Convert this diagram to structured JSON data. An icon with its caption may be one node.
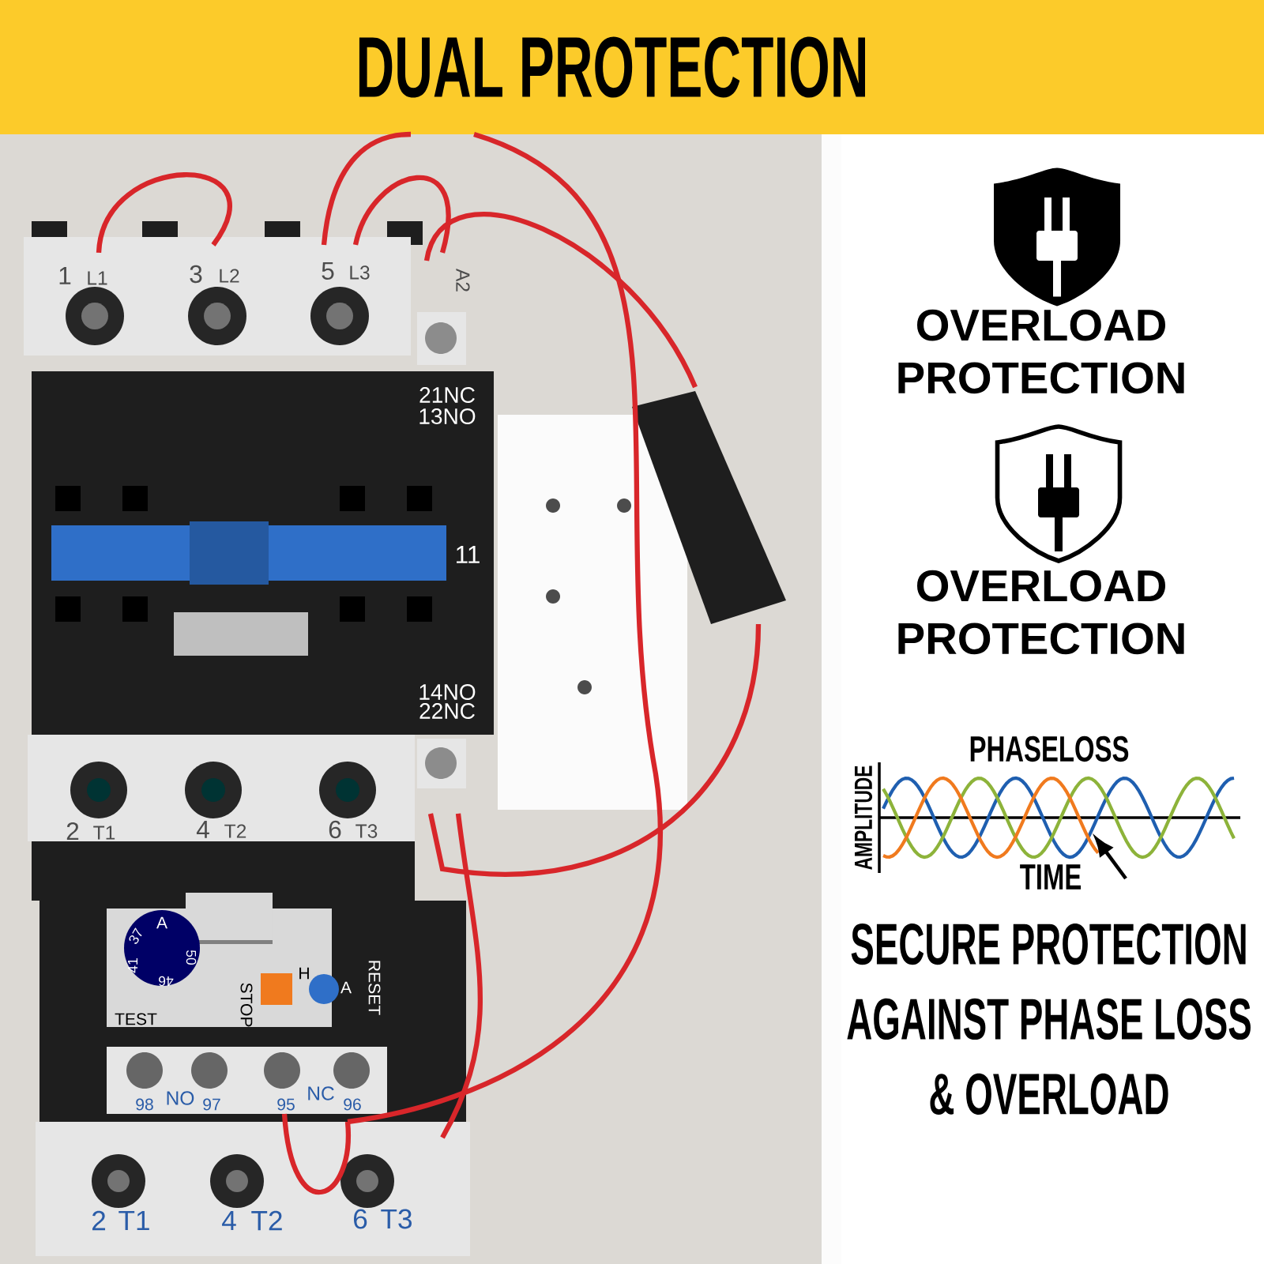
{
  "diagram": {
    "title": "DUAL PROTECTION",
    "labels": [
      "1",
      "L1",
      "3",
      "L2",
      "5",
      "L3",
      "A2",
      "21NC",
      "13NO",
      "11",
      "14NO",
      "22NC",
      "2",
      "T1",
      "4",
      "T2",
      "6",
      "T3",
      "A",
      "37",
      "41",
      "50",
      "46",
      "TEST",
      "STOP",
      "H",
      "A",
      "RESET",
      "98",
      "NO",
      "97",
      "95",
      "NC",
      "96",
      "2",
      "T1",
      "4",
      "T2",
      "6",
      "T3",
      "OVERLOAD PROTECTION",
      "OVERLOAD PROTECTION",
      "PHASELOSS",
      "AMPLITUDE",
      "TIME",
      "SECURE PROTECTION AGAINST PHASE LOSS & OVERLOAD"
    ]
  }
}
